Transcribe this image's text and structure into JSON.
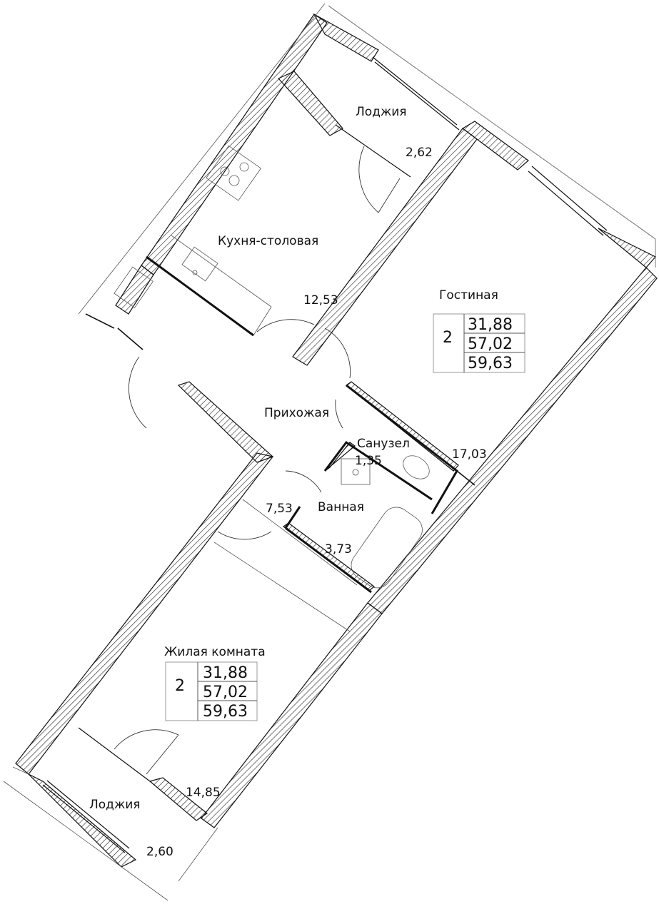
{
  "rooms": {
    "loggia_top": {
      "name": "Лоджия",
      "area": "2,62"
    },
    "kitchen": {
      "name": "Кухня-столовая",
      "area": "12,53"
    },
    "living": {
      "name": "Гостиная",
      "area": "17,03"
    },
    "hall": {
      "name": "Прихожая",
      "area": "7,53"
    },
    "wc": {
      "name": "Санузел",
      "area": "1,35"
    },
    "bath": {
      "name": "Ванная",
      "area": "3,73"
    },
    "bedroom": {
      "name": "Жилая комната",
      "area": "14,85"
    },
    "loggia_bottom": {
      "name": "Лоджия",
      "area": "2,60"
    }
  },
  "summary_right": {
    "rooms": "2",
    "living_area": "31,88",
    "total_area": "57,02",
    "total_with_loggia": "59,63"
  },
  "summary_left": {
    "rooms": "2",
    "living_area": "31,88",
    "total_area": "57,02",
    "total_with_loggia": "59,63"
  }
}
